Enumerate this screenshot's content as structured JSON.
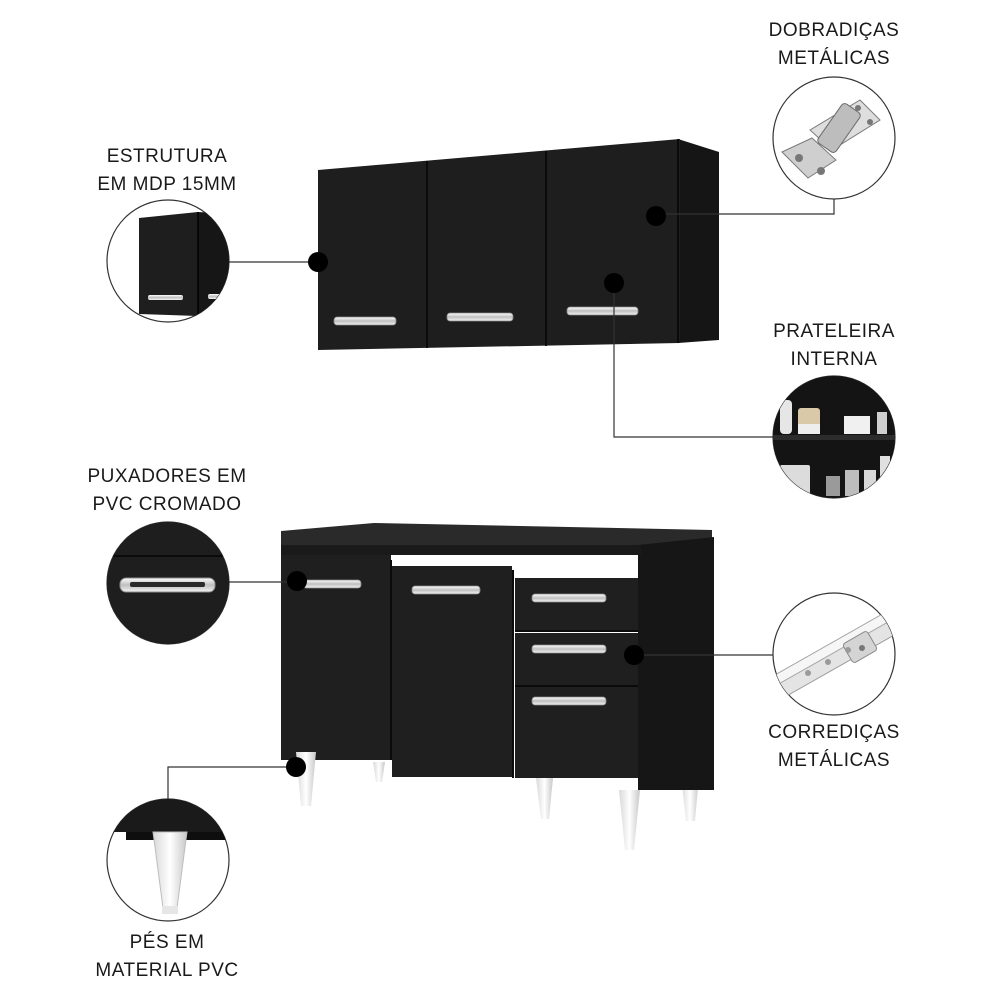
{
  "callouts": {
    "hinges": {
      "line1": "DOBRADIÇAS",
      "line2": "METÁLICAS"
    },
    "structure": {
      "line1": "ESTRUTURA",
      "line2": "EM MDP 15MM"
    },
    "shelf": {
      "line1": "PRATELEIRA",
      "line2": "INTERNA"
    },
    "handles": {
      "line1": "PUXADORES EM",
      "line2": "PVC CROMADO"
    },
    "slides": {
      "line1": "CORREDIÇAS",
      "line2": "METÁLICAS"
    },
    "feet": {
      "line1": "PÉS EM",
      "line2": "MATERIAL PVC"
    }
  },
  "colors": {
    "cabinet": "#1c1c1c",
    "cabinet_edge": "#0e0e0e",
    "chrome": "#d9d9d9",
    "leg": "#f1f1f1",
    "line": "#333333"
  }
}
